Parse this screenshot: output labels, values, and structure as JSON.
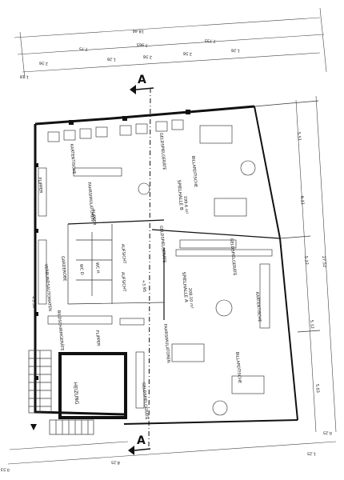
{
  "colors": {
    "ink": "#111111",
    "paper": "#ffffff"
  },
  "section_marker": "A",
  "dimensions": {
    "top_total": "18.46",
    "top_inner": [
      "7.75",
      "7.965",
      "7.735"
    ],
    "top_small": [
      "2.56",
      "1.26",
      "2.56",
      "2.56",
      "1.26"
    ],
    "left_top": "1.18",
    "right": [
      "5.51",
      "6.31",
      "5.22",
      "27.52",
      "5.12",
      "5.03"
    ],
    "bottom": [
      "0.53",
      "8.25",
      "1.25"
    ],
    "right_bottom": "0.25"
  },
  "rooms": {
    "karten_top": "KARTENTISCHE",
    "geld_top": "GELDSPIELGERÄTE",
    "flipper_left": "FLIPPER",
    "fahrsim_top": "FAHRSIMULATOREN",
    "billard_top": "BILLARDTISCHE",
    "spielhalle_b": "SPIELHALLE B",
    "area_b": "199.6 m²",
    "flipper_mid": "FLIPPER",
    "geld_mid": "GELDSPIELGERÄTE",
    "garderobe": "GARDEROBE",
    "aufsicht": "AUFSICHT",
    "wc_d": "WC D",
    "wc_h": "WC H",
    "verbund": "VERBUNDSAUTOMATEN",
    "bildschirm": "BILDSCHIRMGERÄTE",
    "flipper_low": "FLIPPER",
    "spielhalle_a": "SPIELHALLE A",
    "area_a": "208.10 m²",
    "fahrsim_low": "FAHRSIMULATOREN",
    "geld_right": "GELDSPIELGERÄTE",
    "karten_right": "KARTENTISCHE",
    "billard_low": "BILLARDTISCHE",
    "heizung": "HEIZUNG",
    "geld_bottom": "GELDSPIELGERÄTE",
    "level": "+3.50",
    "level2": "+3.95"
  }
}
